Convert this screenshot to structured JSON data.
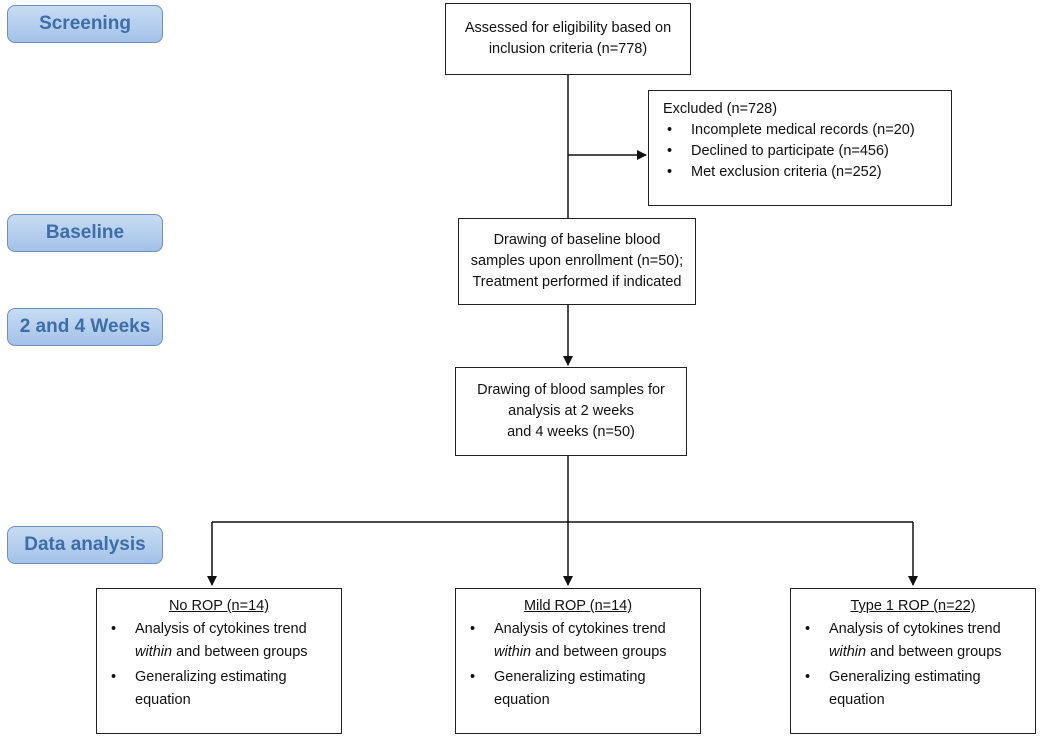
{
  "stages": {
    "screening": "Screening",
    "baseline": "Baseline",
    "weeks": "2 and 4 Weeks",
    "analysis": "Data analysis"
  },
  "assessed": {
    "line1": "Assessed for eligibility based on",
    "line2": "inclusion criteria (n=778)"
  },
  "excluded": {
    "title": "Excluded (n=728)",
    "items": [
      "Incomplete medical records (n=20)",
      "Declined to participate (n=456)",
      "Met exclusion criteria (n=252)"
    ]
  },
  "baseline_box": {
    "line1": "Drawing of baseline blood",
    "line2": "samples upon enrollment (n=50);",
    "line3": "Treatment performed if indicated"
  },
  "followup_box": {
    "line1": "Drawing of blood samples for",
    "line2": "analysis at 2 weeks",
    "line3": "and 4 weeks (n=50)"
  },
  "groups": [
    {
      "title": "No ROP (n=14)",
      "item1_a": "Analysis of cytokines trend",
      "item1_em": "within",
      "item1_b": " and between groups",
      "item2_a": "Generalizing estimating",
      "item2_b": "equation"
    },
    {
      "title": "Mild ROP (n=14)",
      "item1_a": "Analysis of cytokines trend",
      "item1_em": "within",
      "item1_b": " and between groups",
      "item2_a": "Generalizing estimating",
      "item2_b": "equation"
    },
    {
      "title": "Type 1 ROP (n=22)",
      "item1_a": "Analysis of cytokines trend",
      "item1_em": "within",
      "item1_b": " and between groups",
      "item2_a": "Generalizing estimating",
      "item2_b": "equation"
    }
  ]
}
